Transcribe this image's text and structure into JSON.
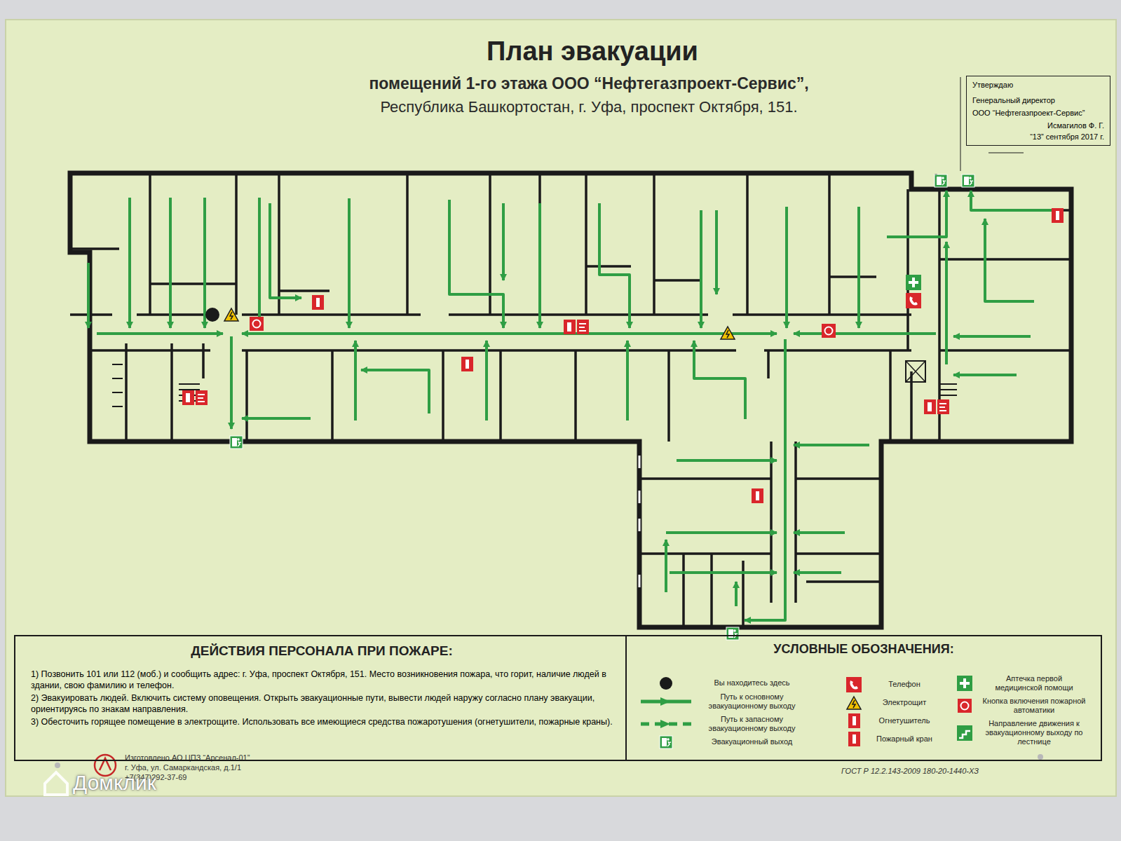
{
  "diagram": {
    "title": "План эвакуации",
    "nodes": [
      {
        "text": [
          "Утверждаю",
          "Генеральный директор",
          "ООО “Нефтегазпроект-Сервис”",
          "Исмагилов Ф. Г.",
          "“13” сентября 2017 г."
        ]
      },
      {
        "text": [
          "ДЕЙСТВИЯ ПЕРСОНАЛА ПРИ ПОЖАРЕ:",
          "1) Позвонить 101 или 112 (моб.) и сообщить адрес: г. Уфа, проспект Октября, 151. Место возникновения пожара, что горит, наличие людей в здании, свою фамилию и телефон.",
          "2) Эвакуировать людей. Включить систему оповещения. Открыть эвакуационные пути, вывести людей наружу согласно плану эвакуации, ориентируясь по знакам направления.",
          "3) Обесточить горящее помещение в электрощите. Использовать все имеющиеся средства пожаротушения (огнетушители, пожарные краны)."
        ]
      },
      {
        "text": [
          "УСЛОВНЫЕ ОБОЗНАЧЕНИЯ:"
        ]
      }
    ],
    "labels": [
      "помещений 1-го этажа ООО “Нефтегазпроект-Сервис”,",
      "Республика Башкортостан, г. Уфа, проспект Октября, 151.",
      "Изготовлено АО ЦПЗ “Арсенал-01”",
      "г. Уфа, ул. Самаркандская, д.1/1",
      "+7(347)292-37-69",
      "ГОСТ Р 12.2.143-2009 180-20-1440-ХЗ",
      "Домклик"
    ],
    "legend": [
      {
        "text": "Вы находитесь здесь"
      },
      {
        "text": "Путь к основному эвакуационному выходу"
      },
      {
        "text": "Путь к запасному эвакуационному выходу"
      },
      {
        "text": "Эвакуационный выход"
      },
      {
        "text": "Телефон"
      },
      {
        "text": "Электрощит"
      },
      {
        "text": "Огнетушитель"
      },
      {
        "text": "Пожарный кран"
      },
      {
        "text": "Аптечка первой медицинской помощи"
      },
      {
        "text": "Кнопка включения пожарной автоматики"
      },
      {
        "text": "Направление движения к эвакуационному выходу по лестнице"
      }
    ]
  }
}
